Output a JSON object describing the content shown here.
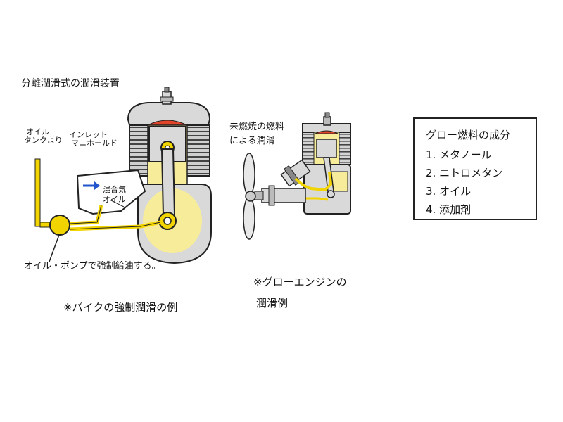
{
  "bike": {
    "title": "分離潤滑式の潤滑装置",
    "oil_tank_label_1": "オイル",
    "oil_tank_label_2": "タンクより",
    "inlet_label_1": "インレット",
    "inlet_label_2": "マニホールド",
    "mixture_label": "混合気",
    "oil_label": "オイル",
    "pump_label": "オイル・ポンプで強制給油する。",
    "caption": "※バイクの強制潤滑の例"
  },
  "glow": {
    "label_1": "未燃焼の燃料",
    "label_2": "による潤滑",
    "caption_1": "※グローエンジンの",
    "caption_2": "潤滑例"
  },
  "legend": {
    "title": "グロー燃料の成分",
    "items": [
      "1. メタノール",
      "2. ニトロメタン",
      "3. オイル",
      "4. 添加剤"
    ]
  },
  "colors": {
    "oil": "#f2d400",
    "oil_light": "#f7ec9a",
    "combustion": "#e0452a",
    "metal": "#d9d9d9",
    "metal_dark": "#9a9a9a",
    "outline": "#222222",
    "arrow": "#2255cc"
  }
}
